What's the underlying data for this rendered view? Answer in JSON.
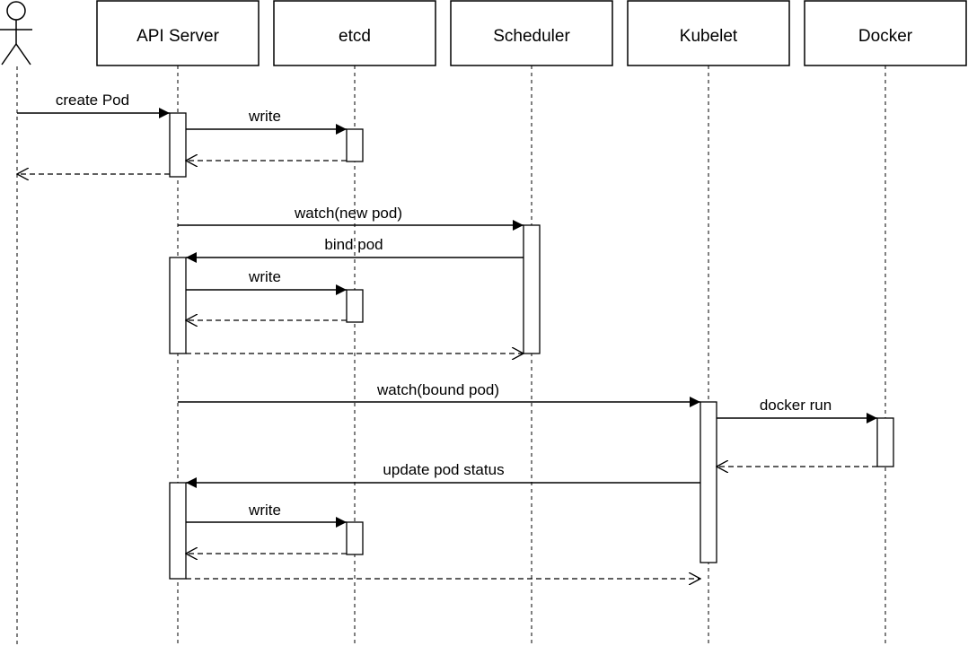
{
  "actors": [
    {
      "id": "user",
      "label": "",
      "kind": "stickman"
    },
    {
      "id": "api",
      "label": "API Server",
      "kind": "box"
    },
    {
      "id": "etcd",
      "label": "etcd",
      "kind": "box"
    },
    {
      "id": "sched",
      "label": "Scheduler",
      "kind": "box"
    },
    {
      "id": "kubelet",
      "label": "Kubelet",
      "kind": "box"
    },
    {
      "id": "docker",
      "label": "Docker",
      "kind": "box"
    }
  ],
  "messages": [
    {
      "label": "create Pod",
      "from": "user",
      "to": "api",
      "kind": "sync"
    },
    {
      "label": "write",
      "from": "api",
      "to": "etcd",
      "kind": "sync"
    },
    {
      "label": "",
      "from": "etcd",
      "to": "api",
      "kind": "return"
    },
    {
      "label": "",
      "from": "api",
      "to": "user",
      "kind": "return"
    },
    {
      "label": "watch(new pod)",
      "from": "api",
      "to": "sched",
      "kind": "sync"
    },
    {
      "label": "bind pod",
      "from": "sched",
      "to": "api",
      "kind": "sync"
    },
    {
      "label": "write",
      "from": "api",
      "to": "etcd",
      "kind": "sync"
    },
    {
      "label": "",
      "from": "etcd",
      "to": "api",
      "kind": "return"
    },
    {
      "label": "",
      "from": "api",
      "to": "sched",
      "kind": "return"
    },
    {
      "label": "watch(bound pod)",
      "from": "api",
      "to": "kubelet",
      "kind": "sync"
    },
    {
      "label": "docker run",
      "from": "kubelet",
      "to": "docker",
      "kind": "sync"
    },
    {
      "label": "",
      "from": "docker",
      "to": "kubelet",
      "kind": "return"
    },
    {
      "label": "update pod status",
      "from": "kubelet",
      "to": "api",
      "kind": "sync"
    },
    {
      "label": "write",
      "from": "api",
      "to": "etcd",
      "kind": "sync"
    },
    {
      "label": "",
      "from": "etcd",
      "to": "api",
      "kind": "return"
    },
    {
      "label": "",
      "from": "api",
      "to": "kubelet",
      "kind": "return"
    }
  ],
  "colors": {
    "stroke": "#000000",
    "fill": "#ffffff"
  }
}
